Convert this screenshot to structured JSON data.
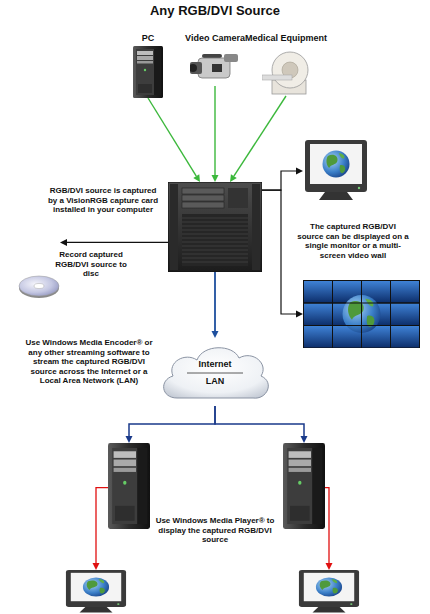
{
  "diagram": {
    "title": "Any RGB/DVI Source",
    "nodes": [
      {
        "text": [
          "PC"
        ]
      },
      {
        "text": [
          "Video Camera"
        ]
      },
      {
        "text": [
          "Medical Equipment"
        ]
      },
      {
        "text": [
          "RGB/DVI source is captured by a VisionRGB capture card installed in your computer"
        ]
      },
      {
        "text": []
      },
      {
        "text": []
      },
      {
        "text": []
      },
      {
        "text": [
          "Internet",
          "LAN"
        ]
      },
      {
        "text": []
      },
      {
        "text": []
      },
      {
        "text": []
      },
      {
        "text": []
      }
    ],
    "edges": [
      {
        "from": 0,
        "to": 3,
        "arrow": "to"
      },
      {
        "from": 1,
        "to": 3,
        "arrow": "to"
      },
      {
        "from": 2,
        "to": 3,
        "arrow": "to"
      },
      {
        "from": 3,
        "to": 4,
        "arrow": "to"
      },
      {
        "from": 3,
        "to": 5,
        "arrow": "to"
      },
      {
        "from": 3,
        "to": 6,
        "arrow": "to"
      },
      {
        "from": 3,
        "to": 7,
        "arrow": "to"
      },
      {
        "from": 7,
        "to": 8,
        "arrow": "to"
      },
      {
        "from": 7,
        "to": 9,
        "arrow": "to"
      },
      {
        "from": 8,
        "to": 10,
        "arrow": "to"
      },
      {
        "from": 9,
        "to": 11,
        "arrow": "to"
      }
    ],
    "labels": [
      "Record captured RGB/DVI source to disc",
      "The captured RGB/DVI source can be displayed on a single monitor or a multi-screen video wall",
      "Use Windows Media Encoder® or any other streaming software to stream the captured RGB/DVI source across the Internet or a Local Area Network (LAN)",
      "Use Windows Media Player® to display the captured RGB/DVI source"
    ]
  }
}
